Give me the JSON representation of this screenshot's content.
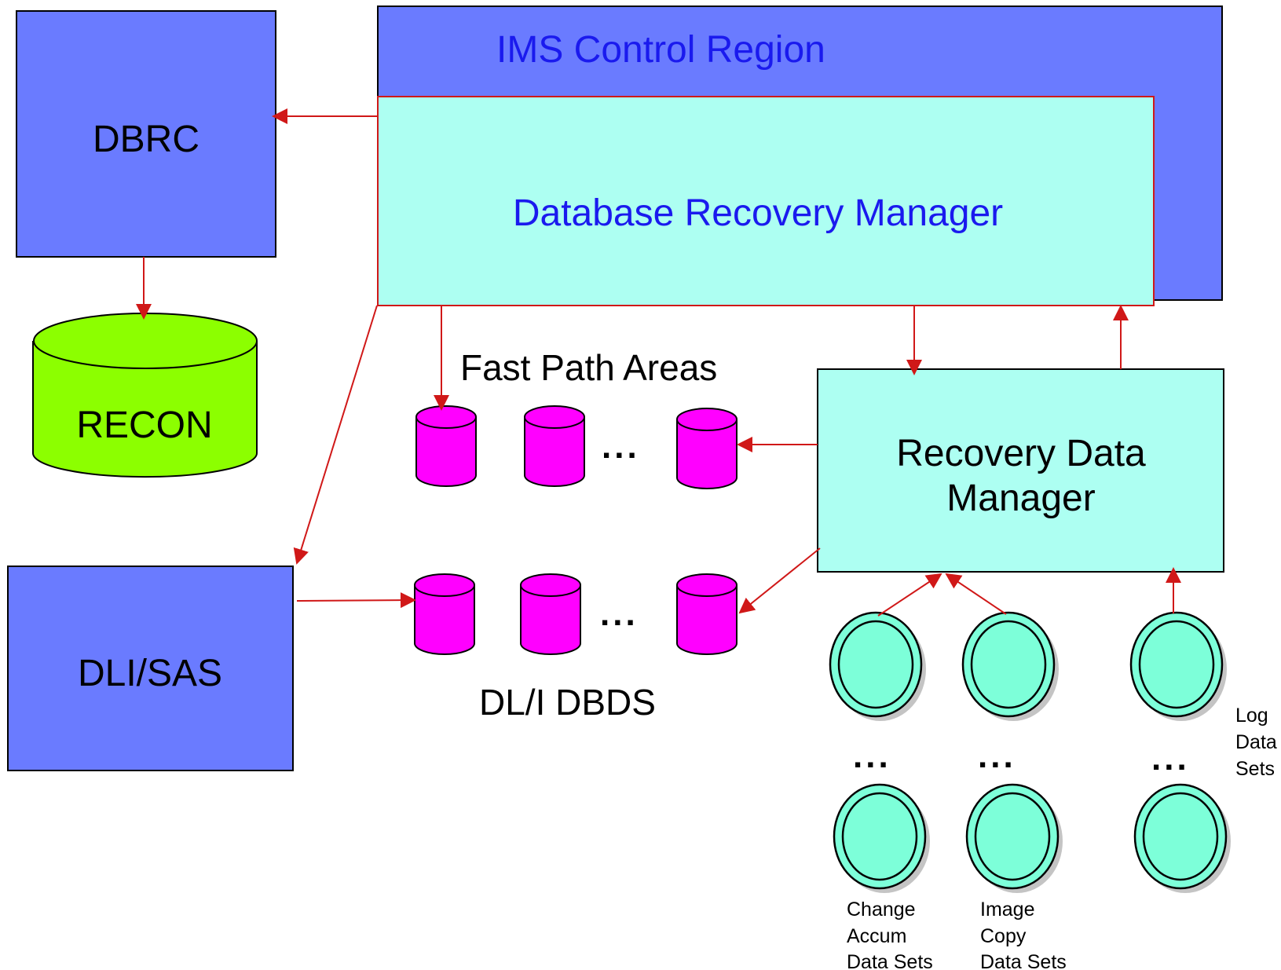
{
  "diagram": {
    "control_region": {
      "title": "IMS Control Region"
    },
    "db_recovery_manager": {
      "label": "Database Recovery Manager"
    },
    "dbrc": {
      "label": "DBRC"
    },
    "recon": {
      "label": "RECON"
    },
    "dlisas": {
      "label": "DLI/SAS"
    },
    "recovery_data_manager": {
      "label_line1": "Recovery Data",
      "label_line2": "Manager"
    },
    "fast_path": {
      "label": "Fast Path Areas",
      "ellipsis": "..."
    },
    "dli_dbds": {
      "label": "DL/I DBDS",
      "ellipsis": "..."
    },
    "datasets": {
      "change_accum": {
        "line1": "Change",
        "line2": "Accum",
        "line3": "Data Sets",
        "ellipsis": "..."
      },
      "image_copy": {
        "line1": "Image",
        "line2": "Copy",
        "line3": "Data Sets",
        "ellipsis": "..."
      },
      "log": {
        "line1": "Log",
        "line2": "Data",
        "line3": "Sets",
        "ellipsis": "..."
      }
    },
    "colors": {
      "control_region_fill": "#6a7bff",
      "dbrc_fill": "#6a7bff",
      "manager_fill": "#adfff2",
      "recon_fill": "#8cff00",
      "cylinder_fill": "#ff00ff",
      "dataset_fill": "#7dffd9",
      "arrow": "#d01818",
      "title_text": "#1a1aee"
    }
  }
}
